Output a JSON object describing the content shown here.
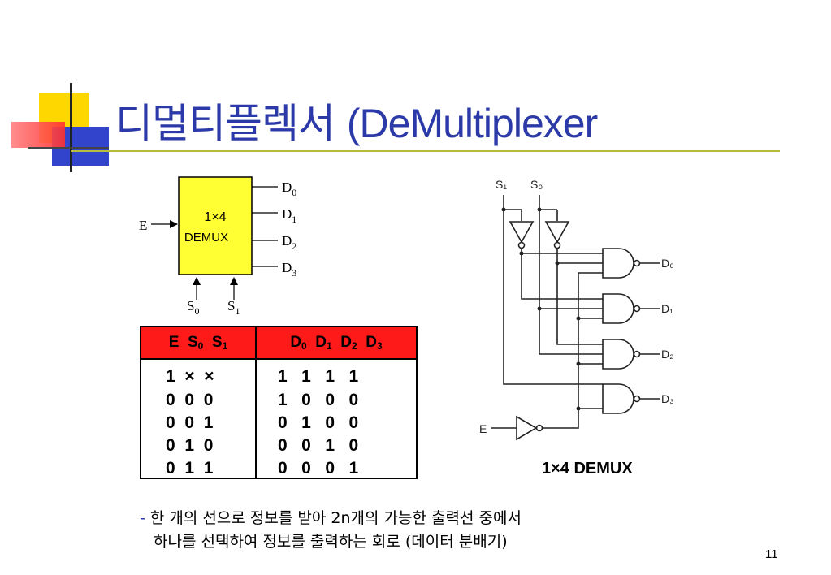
{
  "slide": {
    "title_ko": "디멀티플렉서 ",
    "title_en": "(DeMultiplexer",
    "colors": {
      "title": "#2b3aa8",
      "accent_yellow": "#ffd700",
      "accent_red": "#ff5050",
      "accent_blue": "#3344cc",
      "block_fill": "#ffff33",
      "table_header": "#ff1a1a"
    },
    "page_number": "11"
  },
  "block_diagram": {
    "block_line1": "1×4",
    "block_line2": "DEMUX",
    "input": "E",
    "outputs": [
      {
        "base": "D",
        "sub": "0"
      },
      {
        "base": "D",
        "sub": "1"
      },
      {
        "base": "D",
        "sub": "2"
      },
      {
        "base": "D",
        "sub": "3"
      }
    ],
    "selects": [
      {
        "base": "S",
        "sub": "0"
      },
      {
        "base": "S",
        "sub": "1"
      }
    ]
  },
  "truth_table": {
    "left_header": [
      {
        "base": "E",
        "sub": ""
      },
      {
        "base": "S",
        "sub": "0"
      },
      {
        "base": "S",
        "sub": "1"
      }
    ],
    "right_header": [
      {
        "base": "D",
        "sub": "0"
      },
      {
        "base": "D",
        "sub": "1"
      },
      {
        "base": "D",
        "sub": "2"
      },
      {
        "base": "D",
        "sub": "3"
      }
    ],
    "rows": [
      {
        "left": "1  ×  ×",
        "right": "1   1   1   1"
      },
      {
        "left": "0  0  0",
        "right": "1   0   0   0"
      },
      {
        "left": "0  0  1",
        "right": "0   1   0   0"
      },
      {
        "left": "0  1  0",
        "right": "0   0   1   0"
      },
      {
        "left": "0  1  1",
        "right": "0   0   0   1"
      }
    ]
  },
  "circuit": {
    "select_labels": [
      "S₁",
      "S₀"
    ],
    "enable_label": "E",
    "output_labels": [
      "D₀",
      "D₁",
      "D₂",
      "D₃"
    ],
    "caption": "1×4 DEMUX"
  },
  "description": {
    "dash": "- ",
    "line1_a": "한 개의 선으로 정보를 받아 ",
    "line1_b": "2n",
    "line1_c": "개의 가능한 출력선 중에서",
    "line2": "하나를 선택하여 정보를 출력하는 회로 (데이터 분배기)"
  }
}
